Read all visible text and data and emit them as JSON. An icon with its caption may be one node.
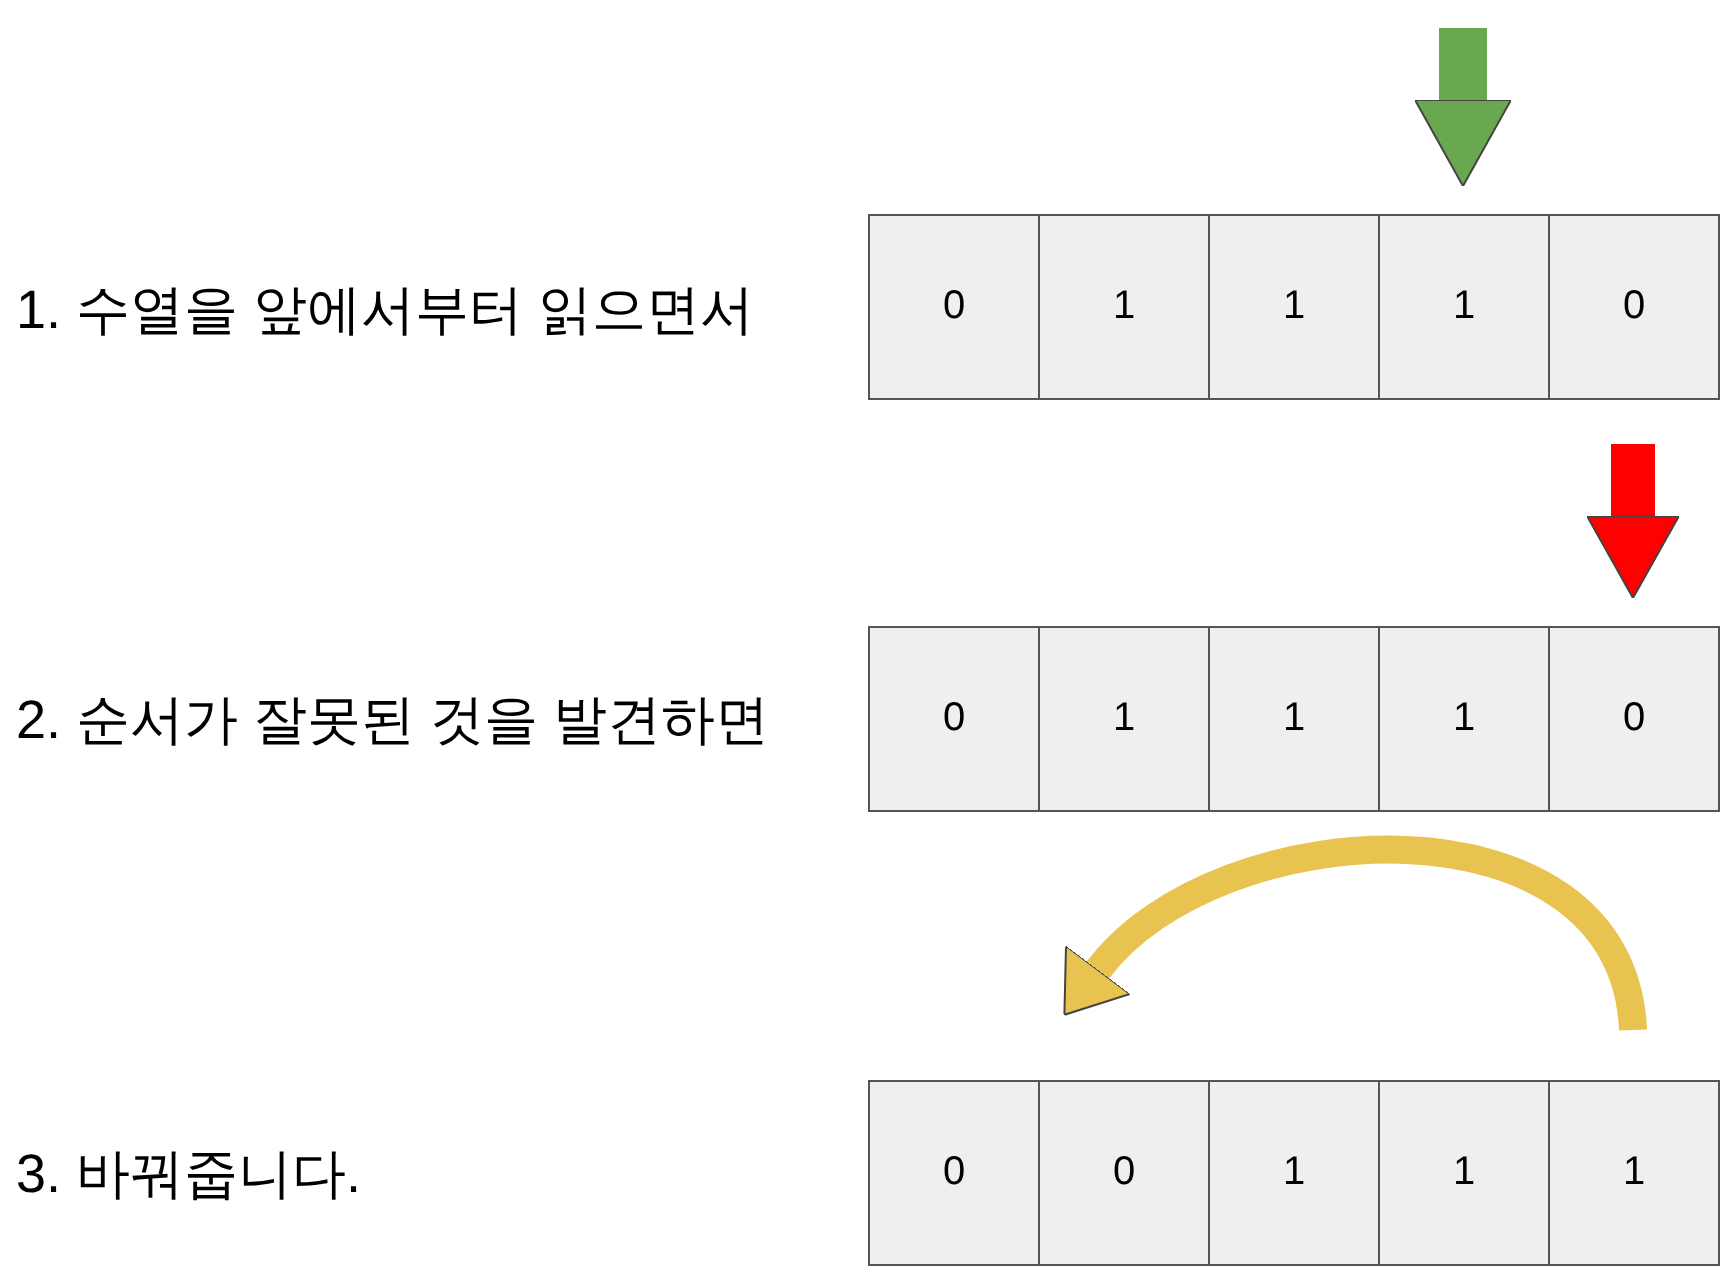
{
  "diagram": {
    "nodes": [
      {
        "text": [
          "0"
        ]
      },
      {
        "text": [
          "1"
        ]
      },
      {
        "text": [
          "1"
        ]
      },
      {
        "text": [
          "1"
        ]
      },
      {
        "text": [
          "0"
        ]
      },
      {
        "text": [
          "0"
        ]
      },
      {
        "text": [
          "1"
        ]
      },
      {
        "text": [
          "1"
        ]
      },
      {
        "text": [
          "1"
        ]
      },
      {
        "text": [
          "0"
        ]
      },
      {
        "text": [
          "0"
        ]
      },
      {
        "text": [
          "0"
        ]
      },
      {
        "text": [
          "1"
        ]
      },
      {
        "text": [
          "1"
        ]
      },
      {
        "text": [
          "1"
        ]
      }
    ],
    "edges": [
      {
        "from": null,
        "to": 3,
        "arrow": "to",
        "color": "#6aa84f"
      },
      {
        "from": null,
        "to": 9,
        "arrow": "to",
        "color": "#ff0000"
      },
      {
        "from": 14,
        "to": 11,
        "arrow": "to",
        "color": "#e8c350"
      }
    ],
    "labels": [
      "1. 수열을 앞에서부터 읽으면서",
      "2. 순서가 잘못된 것을 발견하면",
      "3. 바꿔줍니다."
    ]
  }
}
